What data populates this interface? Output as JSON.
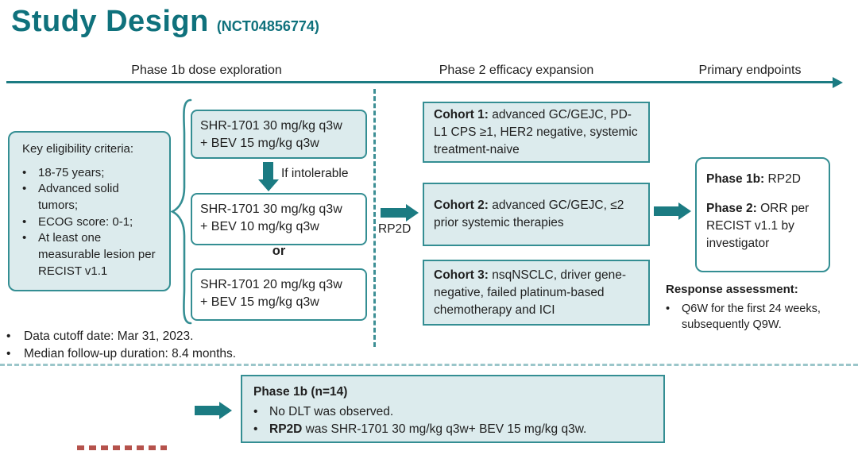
{
  "title": {
    "main": "Study Design",
    "nct": "(NCT04856774)"
  },
  "timeline": {
    "phase1_label": "Phase 1b dose exploration",
    "phase2_label": "Phase 2 efficacy expansion",
    "endpoints_label": "Primary endpoints"
  },
  "eligibility": {
    "heading": "Key eligibility criteria:",
    "items": [
      "18-75 years;",
      "Advanced solid tumors;",
      "ECOG score: 0-1;",
      "At least one measurable lesion per RECIST v1.1"
    ]
  },
  "dose_escalation": {
    "boxes": [
      {
        "line1": "SHR-1701 30 mg/kg q3w",
        "line2": "+ BEV 15 mg/kg q3w"
      },
      {
        "line1": "SHR-1701 30 mg/kg q3w",
        "line2": "+ BEV 10 mg/kg q3w"
      },
      {
        "line1": "SHR-1701 20 mg/kg q3w",
        "line2": "+ BEV 15 mg/kg q3w"
      }
    ],
    "intolerable_label": "If intolerable",
    "or_label": "or"
  },
  "rp2d_label": "RP2D",
  "cohorts": [
    {
      "label": "Cohort 1:",
      "text": " advanced GC/GEJC, PD-L1 CPS ≥1, HER2 negative, systemic treatment-naive"
    },
    {
      "label": "Cohort 2:",
      "text": " advanced GC/GEJC, ≤2 prior systemic therapies"
    },
    {
      "label": "Cohort 3:",
      "text": " nsqNSCLC, driver gene-negative, failed platinum-based chemotherapy and ICI"
    }
  ],
  "endpoints": {
    "p1_label": "Phase 1b:",
    "p1_text": " RP2D",
    "p2_label": "Phase 2:",
    "p2_text": " ORR per RECIST v1.1 by investigator"
  },
  "response_assessment": {
    "heading": "Response assessment:",
    "items": [
      "Q6W for the first 24 weeks, subsequently Q9W."
    ]
  },
  "notes": [
    "Data cutoff date: Mar 31, 2023.",
    "Median follow-up duration: 8.4 months."
  ],
  "results": {
    "heading": "Phase 1b (n=14)",
    "items": [
      {
        "label": "",
        "text": "No DLT was observed."
      },
      {
        "label": "RP2D",
        "text": " was SHR-1701 30 mg/kg q3w+ BEV 15 mg/kg q3w."
      }
    ]
  },
  "bullet_char": "•",
  "colors": {
    "teal": "#1b7b82",
    "title": "#0f717c",
    "box_border": "#348e93",
    "box_fill": "#dcebed",
    "dashed_divider": "#9bc6ca",
    "watermark_red": "#b5524c",
    "text": "#1f1f1f"
  }
}
